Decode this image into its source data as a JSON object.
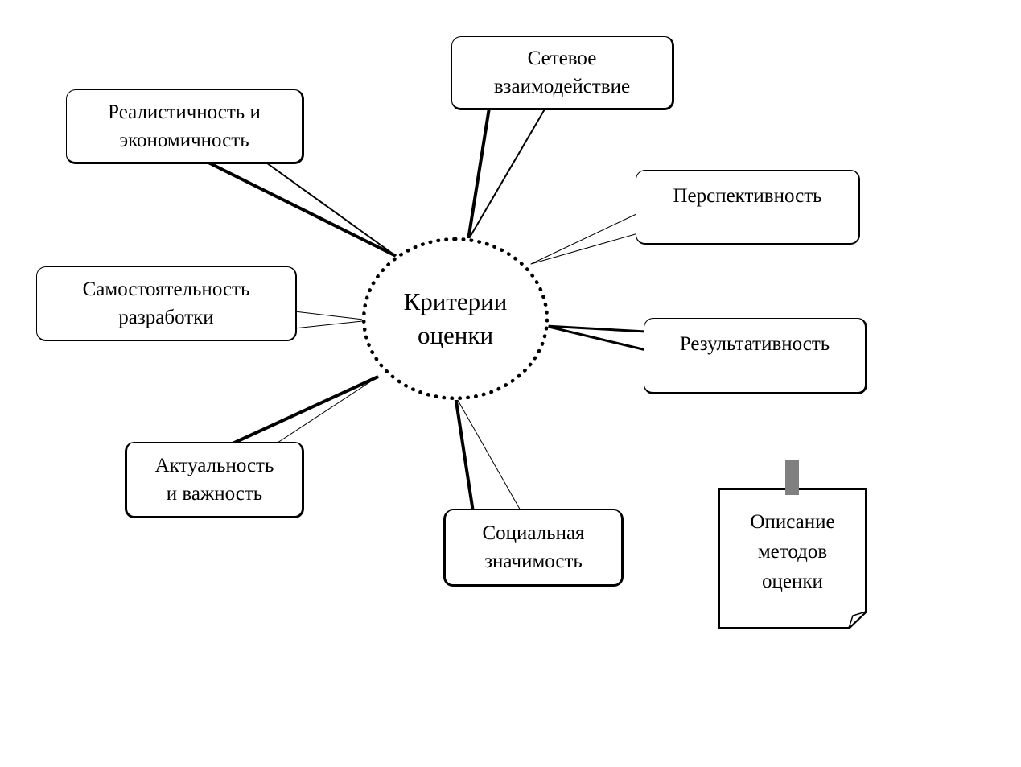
{
  "center": {
    "line1": "Критерии",
    "line2": "оценки"
  },
  "callouts": {
    "realism": {
      "line1": "Реалистичность и",
      "line2": "экономичность"
    },
    "network": {
      "line1": "Сетевое",
      "line2": "взаимодействие"
    },
    "perspective": {
      "line1": "Перспективность"
    },
    "independence": {
      "line1": "Самостоятельность",
      "line2": "разработки"
    },
    "results": {
      "line1": "Результативность"
    },
    "relevance": {
      "line1": "Актуальность",
      "line2": "и важность"
    },
    "social": {
      "line1": "Социальная",
      "line2": "значимость"
    }
  },
  "note": {
    "line1": "Описание",
    "line2": "методов",
    "line3": "оценки"
  }
}
